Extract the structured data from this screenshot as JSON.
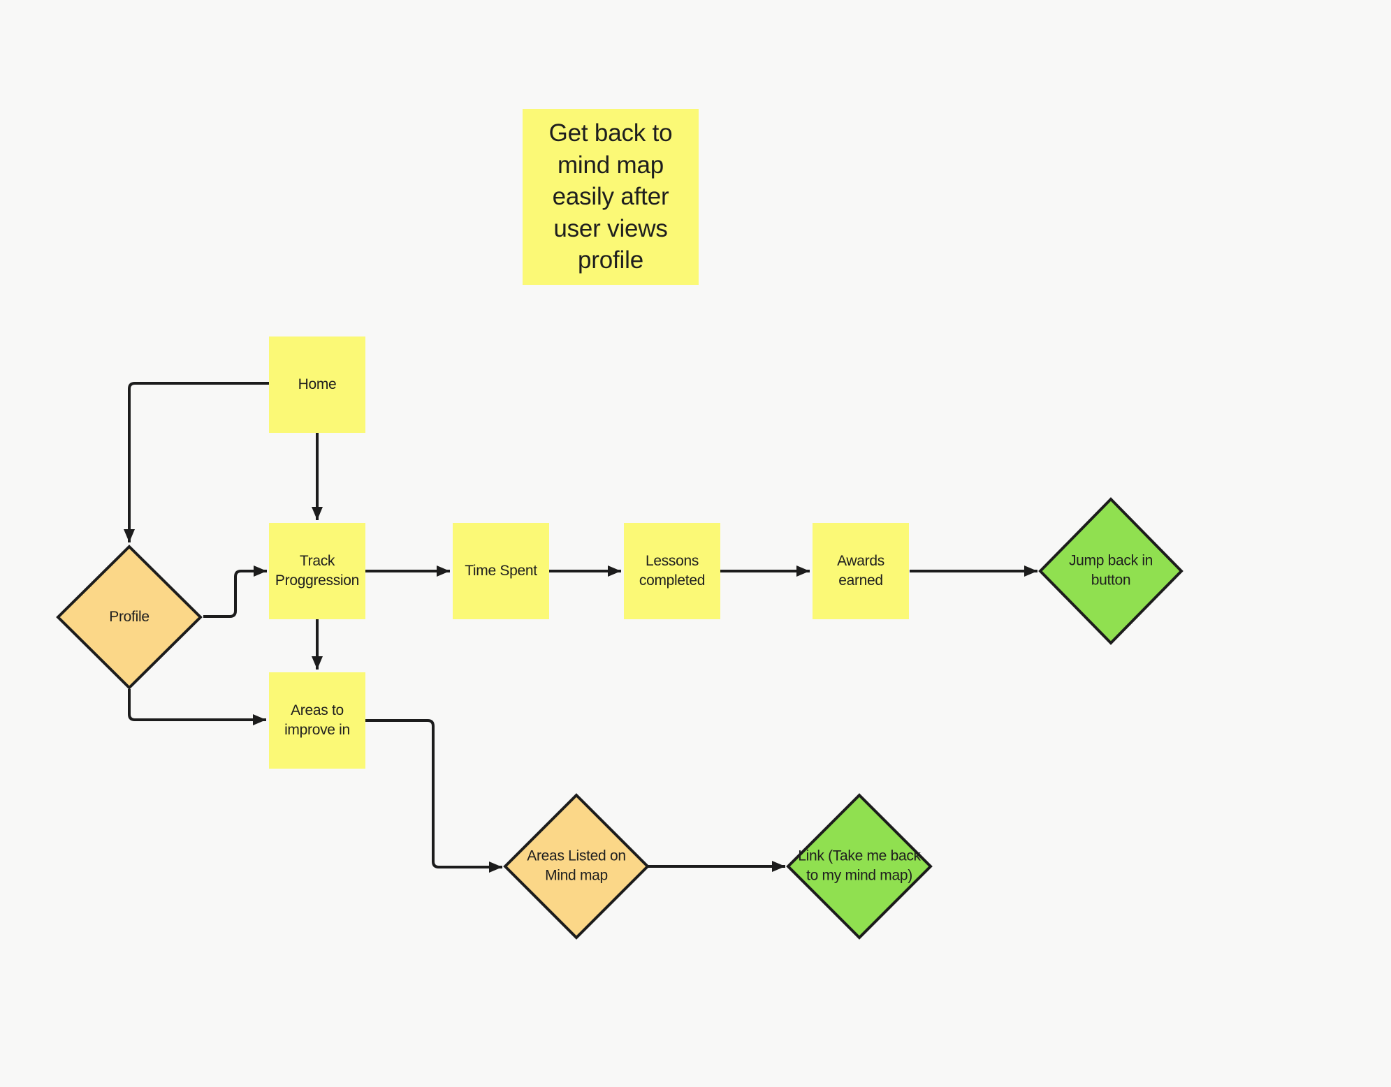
{
  "app": {
    "type": "whiteboard-flowchart-canvas"
  },
  "palette": {
    "background": "#f8f8f7",
    "node_yellow": "#fbf976",
    "node_orange": "#fbd788",
    "node_green": "#90e050",
    "line": "#1c1c1c",
    "text": "#1e1e1e"
  },
  "sticky_note": {
    "text": "Get back to mind map easily after user views profile"
  },
  "nodes": {
    "home": {
      "label": "Home",
      "shape": "rectangle",
      "color": "yellow"
    },
    "profile": {
      "label": "Profile",
      "shape": "diamond",
      "color": "orange"
    },
    "track_progression": {
      "label": "Track Proggression",
      "shape": "rectangle",
      "color": "yellow"
    },
    "time_spent": {
      "label": "Time Spent",
      "shape": "rectangle",
      "color": "yellow"
    },
    "lessons_completed": {
      "label": "Lessons completed",
      "shape": "rectangle",
      "color": "yellow"
    },
    "awards_earned": {
      "label": "Awards earned",
      "shape": "rectangle",
      "color": "yellow"
    },
    "jump_back_in": {
      "label": "Jump back in button",
      "shape": "diamond",
      "color": "green"
    },
    "areas_to_improve": {
      "label": "Areas to improve in",
      "shape": "rectangle",
      "color": "yellow"
    },
    "areas_listed": {
      "label": "Areas Listed on Mind map",
      "shape": "diamond",
      "color": "orange"
    },
    "link_back": {
      "label": "Link (Take me back to my mind map)",
      "shape": "diamond",
      "color": "green"
    }
  },
  "connections": [
    {
      "from": "home",
      "to": "profile"
    },
    {
      "from": "home",
      "to": "track_progression"
    },
    {
      "from": "profile",
      "to": "track_progression"
    },
    {
      "from": "track_progression",
      "to": "time_spent"
    },
    {
      "from": "time_spent",
      "to": "lessons_completed"
    },
    {
      "from": "lessons_completed",
      "to": "awards_earned"
    },
    {
      "from": "awards_earned",
      "to": "jump_back_in"
    },
    {
      "from": "track_progression",
      "to": "areas_to_improve"
    },
    {
      "from": "profile",
      "to": "areas_to_improve"
    },
    {
      "from": "areas_to_improve",
      "to": "areas_listed"
    },
    {
      "from": "areas_listed",
      "to": "link_back"
    }
  ]
}
